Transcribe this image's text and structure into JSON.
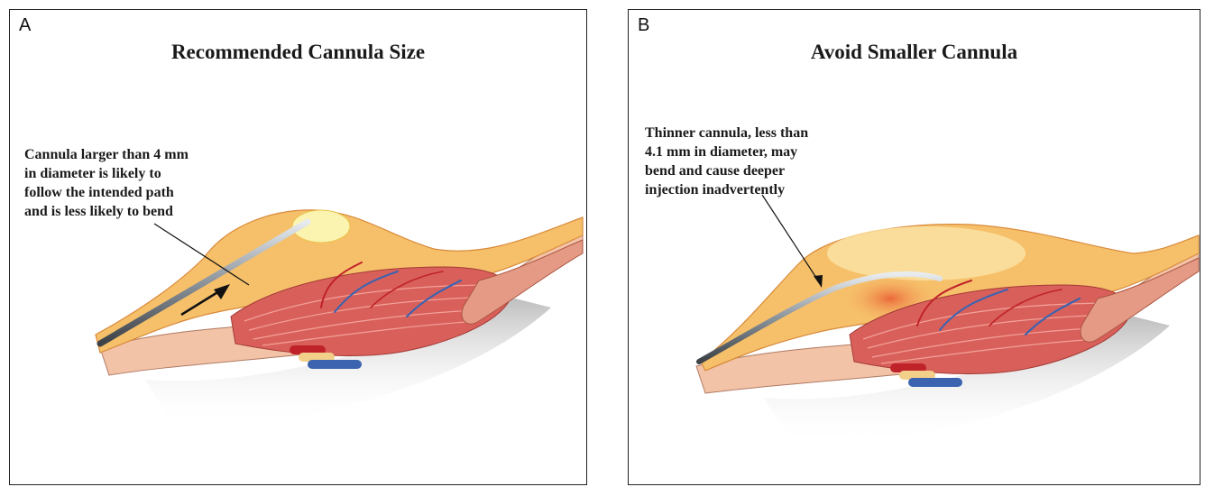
{
  "panels": [
    {
      "letter": "A",
      "title": "Recommended Cannula Size",
      "caption": "Cannula larger than 4 mm\nin diameter is likely to\nfollow the intended path\nand is less likely to bend"
    },
    {
      "letter": "B",
      "title": "Avoid Smaller Cannula",
      "caption": "Thinner cannula, less than\n4.1 mm in diameter, may\nbend and cause deeper\ninjection inadvertently"
    }
  ],
  "colors": {
    "fat": "#f6c06a",
    "fat_light": "#fbe3a6",
    "muscle": "#d9605a",
    "skin": "#f3c3a8",
    "vein": "#3b63b0",
    "artery": "#c0222a",
    "cannula": "#9aa1a8"
  }
}
